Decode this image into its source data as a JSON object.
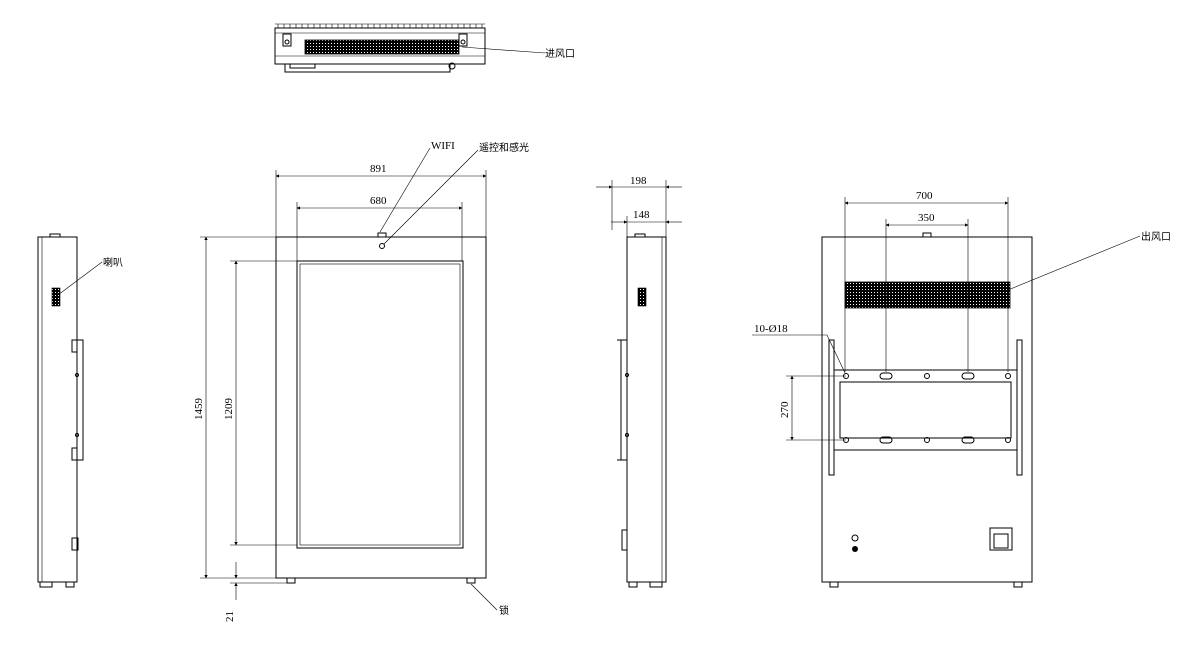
{
  "labels": {
    "air_inlet": "进风口",
    "air_outlet": "出风口",
    "wifi": "WIFI",
    "remote_sensor": "遥控和感光",
    "speaker": "喇叭",
    "lock": "锁"
  },
  "dimensions": {
    "overall_width": "891",
    "screen_width": "680",
    "overall_height": "1459",
    "screen_height": "1209",
    "foot_height": "21",
    "depth_total": "198",
    "depth_body": "148",
    "vesa_outer": "700",
    "vesa_inner": "350",
    "vesa_vertical": "270",
    "holes": "10-Ø18"
  }
}
